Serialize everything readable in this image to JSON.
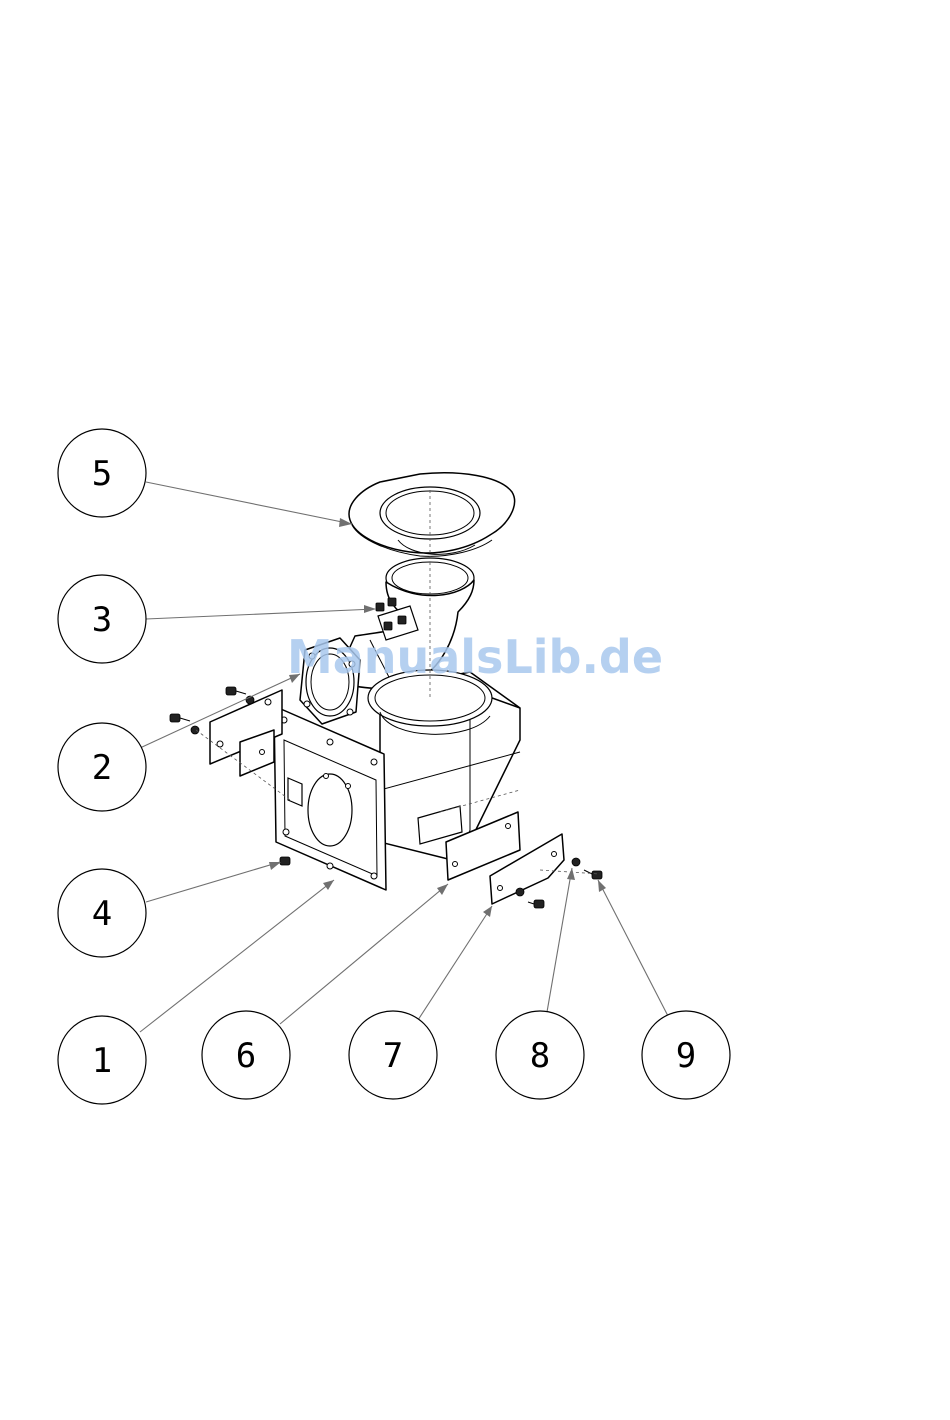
{
  "watermark": "ManualsLib.de",
  "callouts": [
    {
      "id": "5",
      "label": "5"
    },
    {
      "id": "3",
      "label": "3"
    },
    {
      "id": "2",
      "label": "2"
    },
    {
      "id": "4",
      "label": "4"
    },
    {
      "id": "1",
      "label": "1"
    },
    {
      "id": "6",
      "label": "6"
    },
    {
      "id": "7",
      "label": "7"
    },
    {
      "id": "8",
      "label": "8"
    },
    {
      "id": "9",
      "label": "9"
    }
  ]
}
